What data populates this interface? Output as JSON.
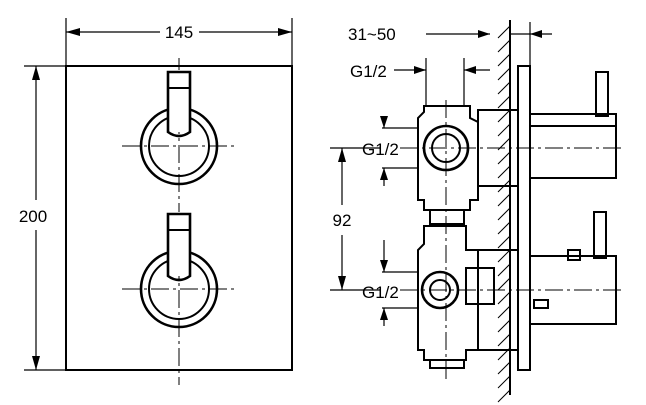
{
  "dimensions": {
    "plate_width": "145",
    "plate_height": "200",
    "wall_depth": "31~50",
    "handle_spacing": "92",
    "thread_top": "G1/2",
    "thread_upper": "G1/2",
    "thread_lower": "G1/2"
  }
}
